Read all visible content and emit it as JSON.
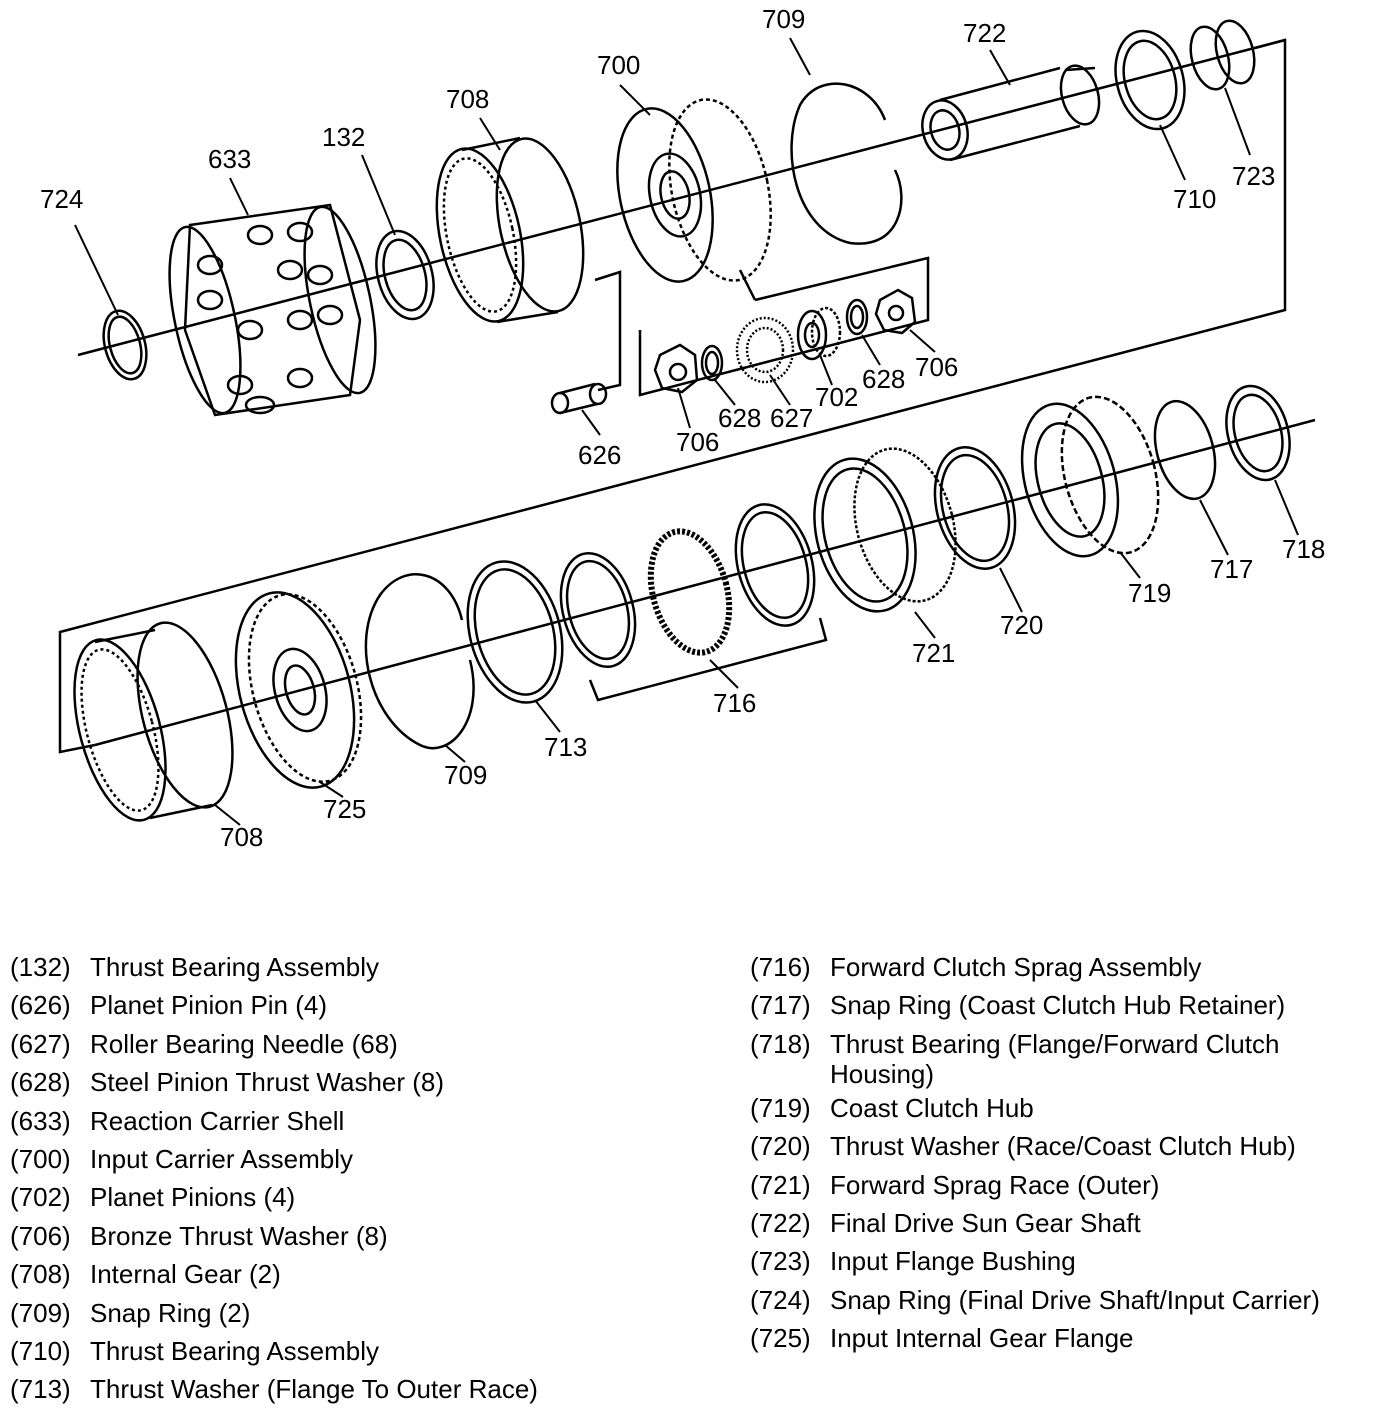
{
  "callouts": {
    "c132": "132",
    "c626": "626",
    "c627": "627",
    "c628a": "628",
    "c628b": "628",
    "c633": "633",
    "c700": "700",
    "c702": "702",
    "c706a": "706",
    "c706b": "706",
    "c708a": "708",
    "c708b": "708",
    "c709a": "709",
    "c709b": "709",
    "c710": "710",
    "c713": "713",
    "c716": "716",
    "c717": "717",
    "c718": "718",
    "c719": "719",
    "c720": "720",
    "c721": "721",
    "c722": "722",
    "c723": "723",
    "c724": "724",
    "c725": "725"
  },
  "legend_left": [
    {
      "num": "(132)",
      "desc": "Thrust Bearing Assembly"
    },
    {
      "num": "(626)",
      "desc": "Planet Pinion Pin (4)"
    },
    {
      "num": "(627)",
      "desc": "Roller Bearing Needle (68)"
    },
    {
      "num": "(628)",
      "desc": "Steel Pinion Thrust Washer (8)"
    },
    {
      "num": "(633)",
      "desc": "Reaction Carrier Shell"
    },
    {
      "num": "(700)",
      "desc": "Input Carrier Assembly"
    },
    {
      "num": "(702)",
      "desc": "Planet Pinions (4)"
    },
    {
      "num": "(706)",
      "desc": "Bronze Thrust Washer (8)"
    },
    {
      "num": "(708)",
      "desc": "Internal Gear (2)"
    },
    {
      "num": "(709)",
      "desc": "Snap Ring (2)"
    },
    {
      "num": "(710)",
      "desc": "Thrust Bearing Assembly"
    },
    {
      "num": "(713)",
      "desc": "Thrust Washer (Flange To Outer Race)"
    }
  ],
  "legend_right": [
    {
      "num": "(716)",
      "desc": "Forward Clutch Sprag Assembly"
    },
    {
      "num": "(717)",
      "desc": "Snap Ring (Coast Clutch Hub Retainer)"
    },
    {
      "num": "(718)",
      "desc": "Thrust Bearing (Flange/Forward Clutch Housing)"
    },
    {
      "num": "(719)",
      "desc": "Coast Clutch Hub"
    },
    {
      "num": "(720)",
      "desc": "Thrust Washer (Race/Coast Clutch Hub)"
    },
    {
      "num": "(721)",
      "desc": "Forward Sprag Race (Outer)"
    },
    {
      "num": "(722)",
      "desc": "Final Drive Sun Gear Shaft"
    },
    {
      "num": "(723)",
      "desc": "Input Flange Bushing"
    },
    {
      "num": "(724)",
      "desc": "Snap Ring (Final Drive Shaft/Input Carrier)"
    },
    {
      "num": "(725)",
      "desc": "Input Internal Gear Flange"
    }
  ]
}
